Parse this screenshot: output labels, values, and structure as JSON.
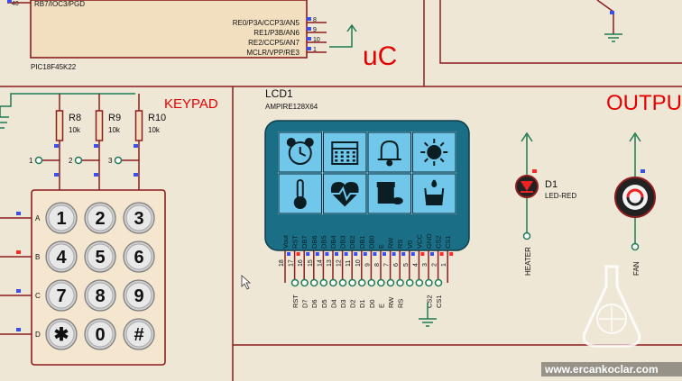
{
  "uc": {
    "top_pin": "RB7/IOC3/PGD",
    "pins": [
      "RE0/P3A/CCP3/AN5",
      "RE1/P3B/AN6",
      "RE2/CCP5/AN7",
      "MCLR/VPP/RE3"
    ],
    "pin_numbers": [
      "8",
      "9",
      "10",
      "1"
    ],
    "top_left_number": "40",
    "name": "PIC18F45K22",
    "title": "uC"
  },
  "keypad": {
    "title": "KEYPAD",
    "resistors": [
      {
        "ref": "R8",
        "value": "10k"
      },
      {
        "ref": "R9",
        "value": "10k"
      },
      {
        "ref": "R10",
        "value": "10k"
      }
    ],
    "terminals": [
      "1",
      "2",
      "3"
    ],
    "col_pins": [
      "1",
      "2",
      "3"
    ],
    "rows": [
      "A",
      "B",
      "C",
      "D"
    ],
    "keys": [
      "1",
      "2",
      "3",
      "4",
      "5",
      "6",
      "7",
      "8",
      "9",
      "✱",
      "0",
      "#"
    ]
  },
  "lcd": {
    "ref": "LCD1",
    "model": "AMPIRE128X64",
    "pin_labels": [
      "Vout",
      "RST",
      "DB7",
      "DB6",
      "DB5",
      "DB4",
      "DB3",
      "DB2",
      "DB1",
      "DB0",
      "E",
      "RW",
      "RS",
      "V0",
      "VCC",
      "GND",
      "CS2",
      "CS1"
    ],
    "pin_numbers": [
      "18",
      "17",
      "16",
      "15",
      "14",
      "13",
      "12",
      "11",
      "10",
      "9",
      "8",
      "7",
      "6",
      "5",
      "4",
      "3",
      "2",
      "1"
    ],
    "bottom_labels": [
      "RST",
      "D7",
      "D6",
      "D5",
      "D4",
      "D3",
      "D2",
      "D1",
      "D0",
      "E",
      "RW",
      "RS",
      "",
      "",
      "CS2",
      "CS1"
    ],
    "icons": [
      "alarm-clock-icon",
      "calendar-icon",
      "bell-icon",
      "sun-icon",
      "thermometer-icon",
      "heart-pulse-icon",
      "medicine-icon",
      "water-glass-icon"
    ]
  },
  "output": {
    "title": "OUTPU",
    "led_ref": "D1",
    "led_type": "LED-RED",
    "heater_label": "HEATER",
    "fan_label": "FAN"
  },
  "watermark": "www.ercankoclar.com",
  "colors": {
    "wire": "#8b1d1d",
    "green": "#1e7a52",
    "lcd_frame": "#1a6e86",
    "lcd_screen": "#70c7ea",
    "accent_red": "#e60000",
    "pin_blue": "#3a4ff0",
    "pin_red": "#ff2a2a"
  }
}
